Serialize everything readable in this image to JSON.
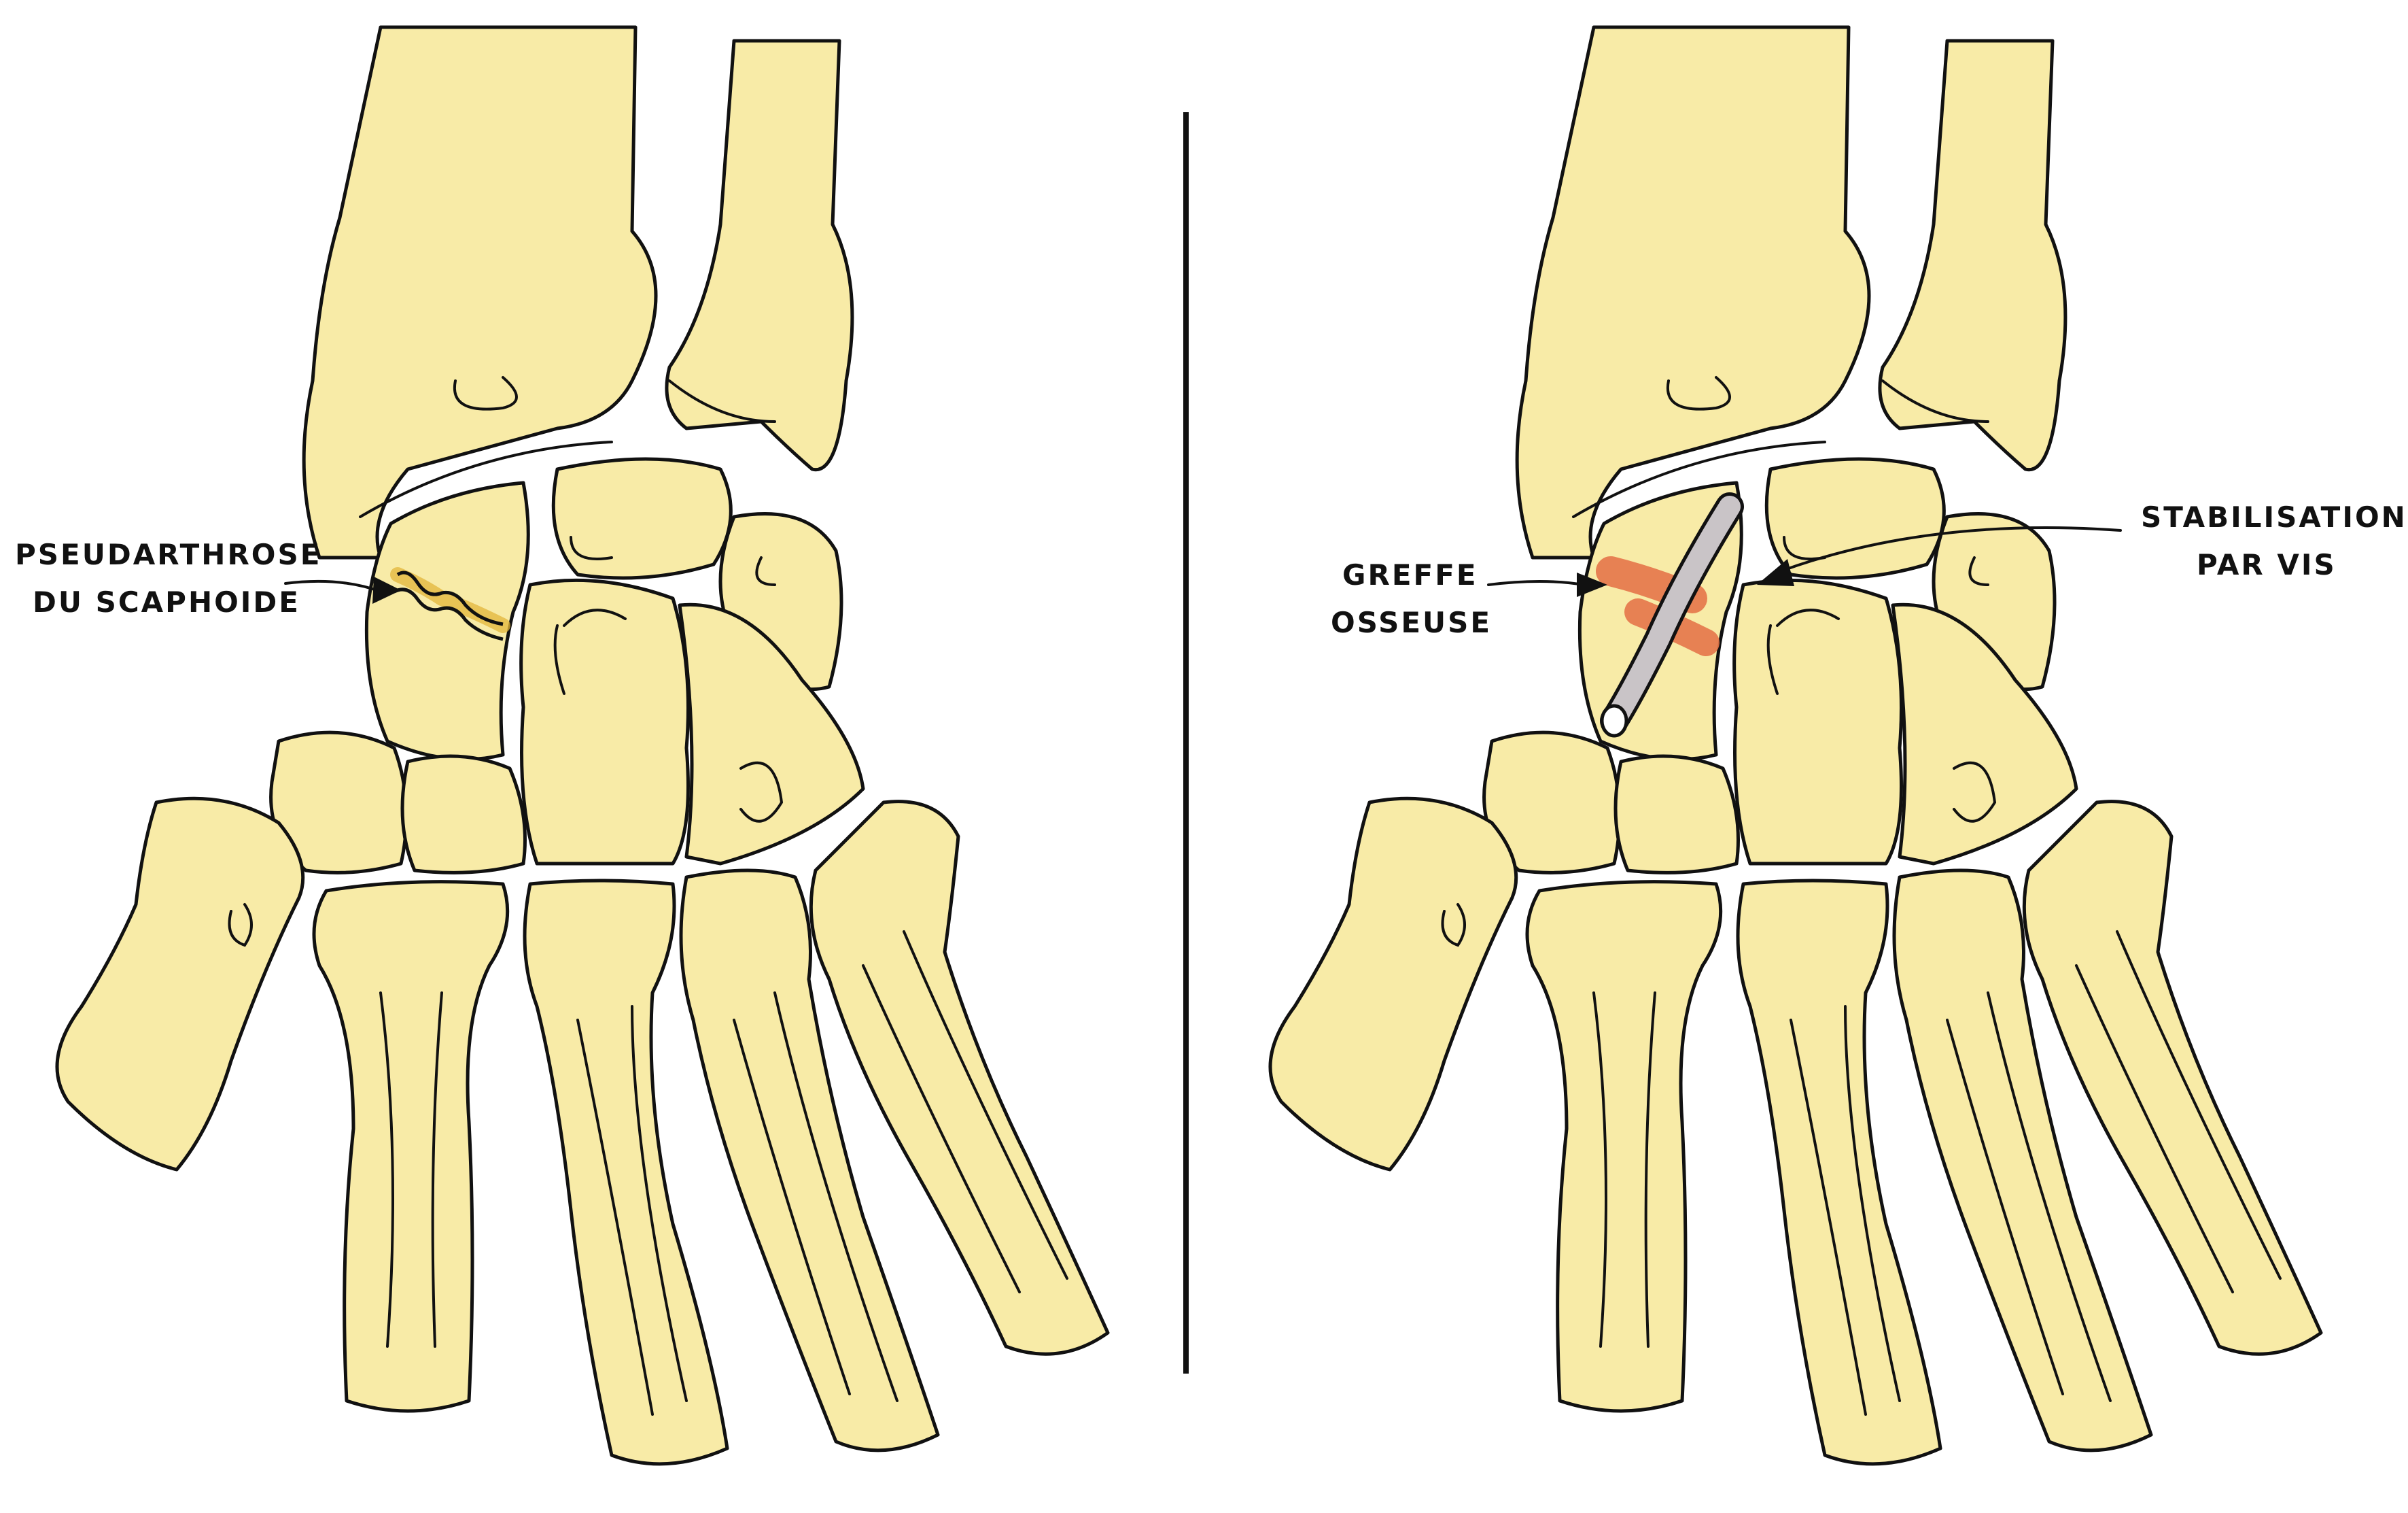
{
  "panels": {
    "left": {
      "label_line1": "PSEUDARTHROSE",
      "label_line2": "DU SCAPHOIDE"
    },
    "right": {
      "graft_line1": "GREFFE",
      "graft_line2": "OSSEUSE",
      "screw_line1": "STABILISATION",
      "screw_line2": "PAR VIS"
    }
  },
  "colors": {
    "bone_fill": "#f8eba7",
    "outline": "#111111",
    "fracture": "#e3b53a",
    "graft": "#e4754a",
    "screw": "#c9c4c7",
    "divider": "#111111"
  }
}
